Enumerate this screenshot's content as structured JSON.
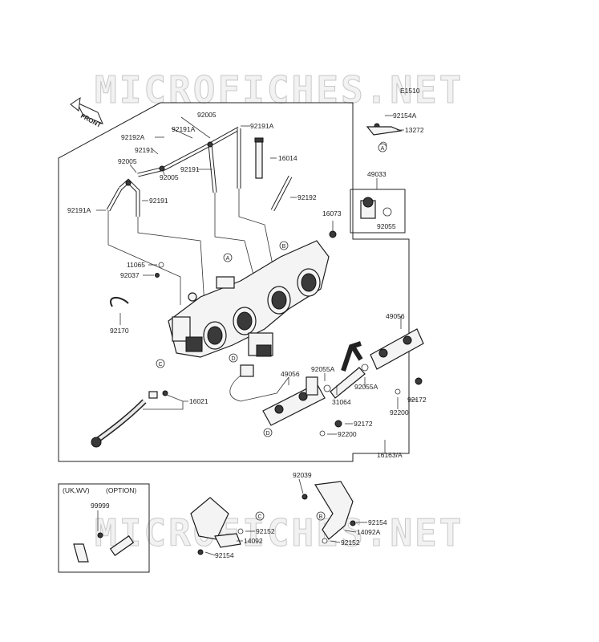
{
  "watermark": "MICROFICHES.NET",
  "diagram_code": "E1510",
  "front_label": "FRONT",
  "option_box": {
    "region": "(UK,WV)",
    "option": "(OPTION)"
  },
  "part_numbers": {
    "p92005_top": "92005",
    "p92191A_top": "92191A",
    "p92192A": "92192A",
    "p92191A_mid": "92191A",
    "p92191_a": "92191",
    "p92005_left": "92005",
    "p92005_mid": "92005",
    "p92191_b": "92191",
    "p16014": "16014",
    "p92191_c": "92191",
    "p92191A_left": "92191A",
    "p92192": "92192",
    "p92154A": "92154A",
    "p13272": "13272",
    "p49033": "49033",
    "p16073": "16073",
    "p92055": "92055",
    "p11065": "11065",
    "p92037": "92037",
    "p92170": "92170",
    "p49056_right": "49056",
    "p92055A_a": "92055A",
    "p49056_mid": "49056",
    "p92055A_b": "92055A",
    "p31064": "31064",
    "p92172_a": "92172",
    "p92200_a": "92200",
    "p16021": "16021",
    "p92172_b": "92172",
    "p92200_b": "92200",
    "p16163A": "16163/A",
    "p99999": "99999",
    "p92152_a": "92152",
    "p14092": "14092",
    "p92154_a": "92154",
    "p92039": "92039",
    "p92154_b": "92154",
    "p14092A": "14092A",
    "p92152_b": "92152"
  },
  "callouts": {
    "A": "A",
    "B": "B",
    "C": "C",
    "D": "D"
  }
}
